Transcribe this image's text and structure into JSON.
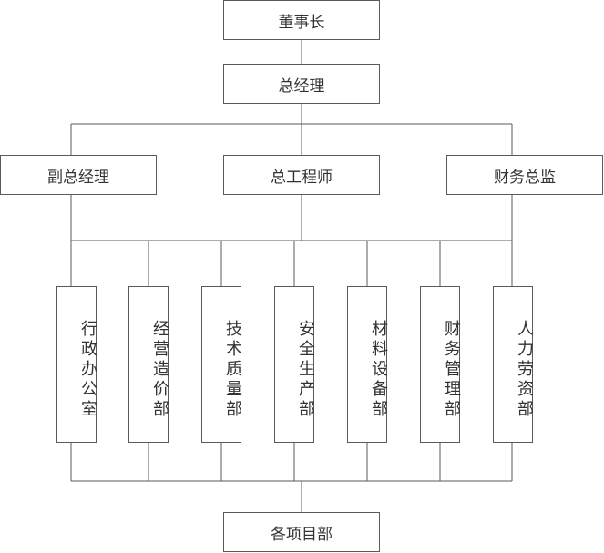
{
  "chart": {
    "chairman": "董事长",
    "gm": "总经理",
    "executives": [
      "副总经理",
      "总工程师",
      "财务总监"
    ],
    "departments": [
      "行政办公室",
      "经营造价部",
      "技术质量部",
      "安全生产部",
      "材料设备部",
      "财务管理部",
      "人力劳资部"
    ],
    "projects": "各项目部"
  },
  "colors": {
    "line": "#5a5a5a",
    "text": "#333333",
    "background": "#ffffff"
  }
}
